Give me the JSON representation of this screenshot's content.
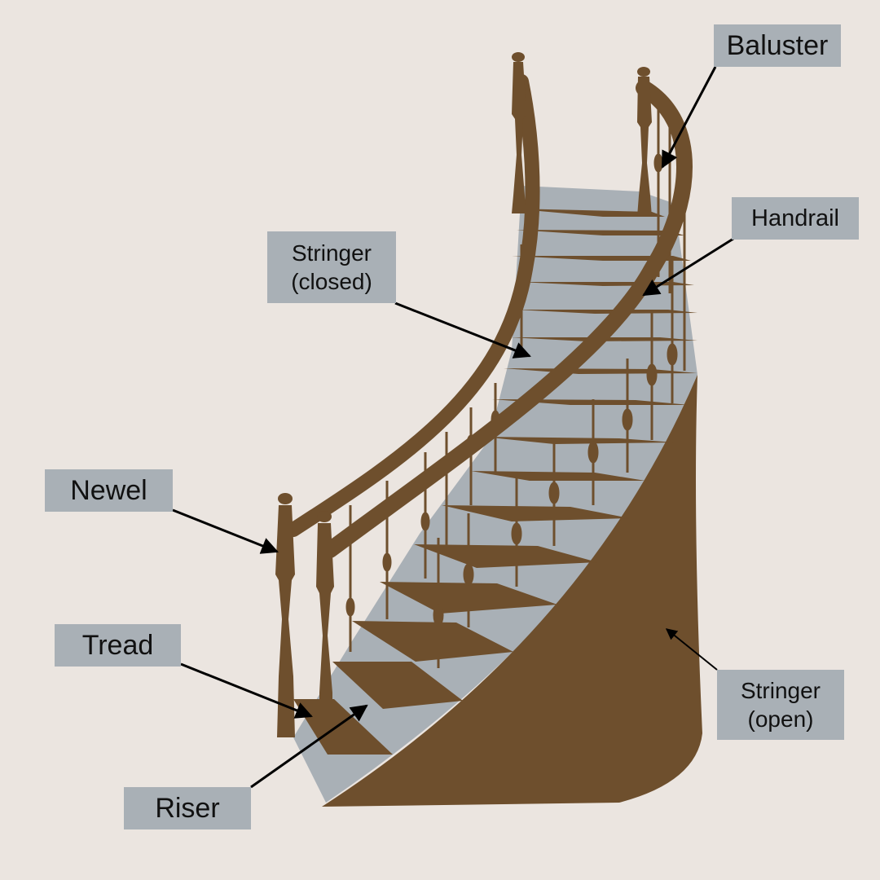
{
  "labels": {
    "baluster": {
      "lines": [
        "Baluster"
      ]
    },
    "handrail": {
      "lines": [
        "Handrail"
      ]
    },
    "stringer_closed": {
      "lines": [
        "Stringer",
        "(closed)"
      ]
    },
    "newel": {
      "lines": [
        "Newel"
      ]
    },
    "tread": {
      "lines": [
        "Tread"
      ]
    },
    "riser": {
      "lines": [
        "Riser"
      ]
    },
    "stringer_open": {
      "lines": [
        "Stringer",
        "(open)"
      ]
    }
  },
  "colors": {
    "background": "#ebe5e0",
    "wood": "#6e4f2d",
    "wood_dark": "#5c3f22",
    "step_face": "#a9b0b6",
    "label_box": "#a9b0b6",
    "text": "#111111",
    "arrow": "#000000"
  }
}
